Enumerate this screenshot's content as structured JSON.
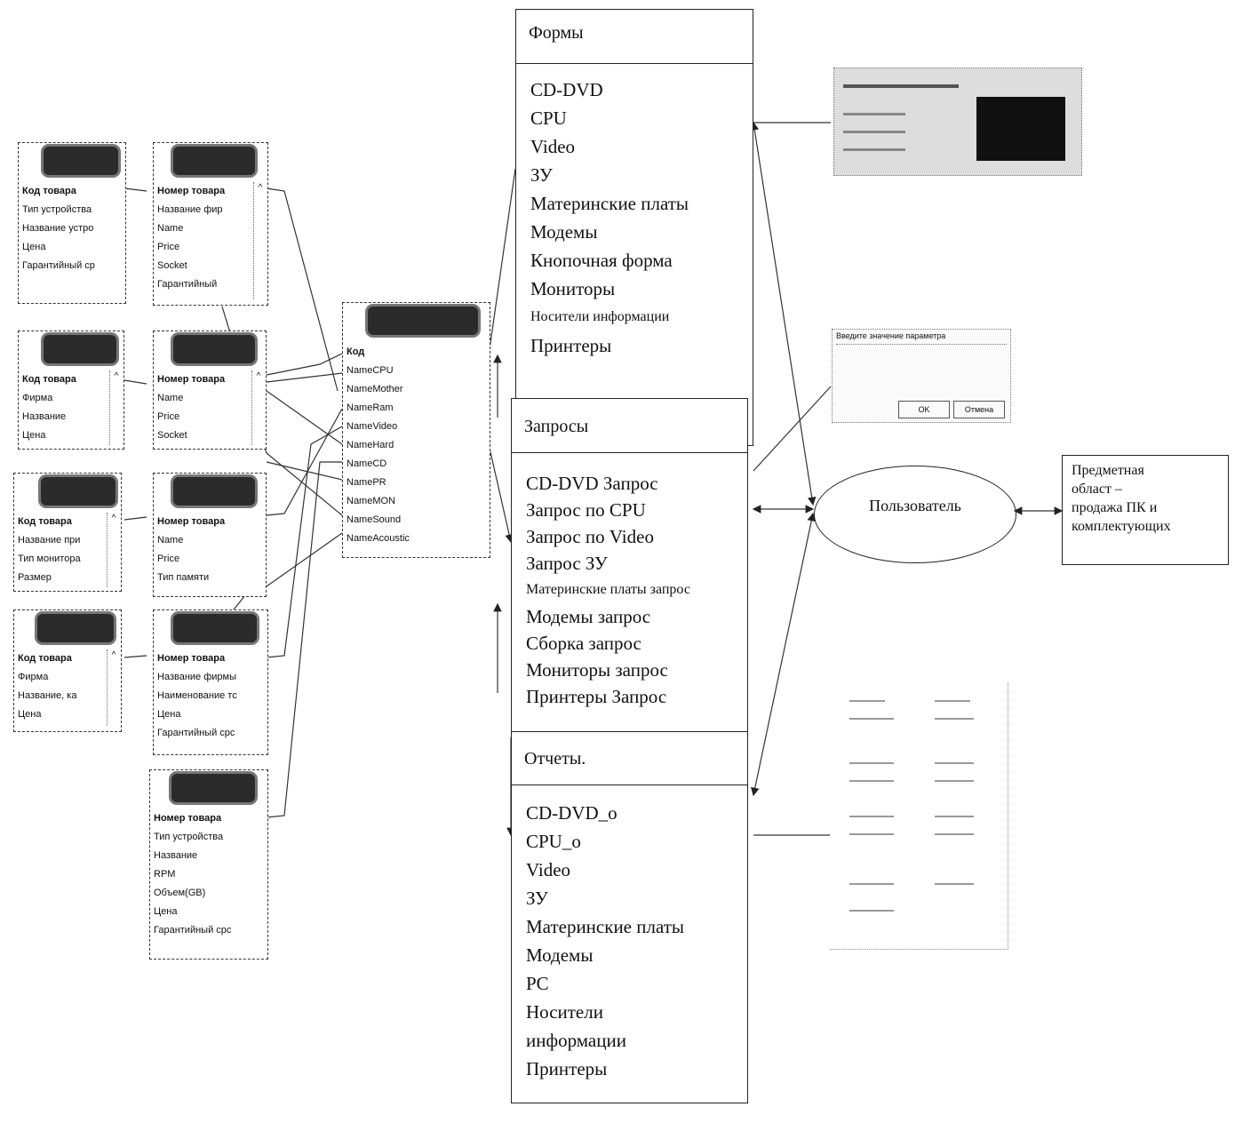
{
  "tables": [
    {
      "rows": [
        "Код товара",
        "Тип устройства",
        "Название устро",
        "Цена",
        "Гарантийный ср"
      ]
    },
    {
      "rows": [
        "Номер товара",
        "Название фир",
        "Name",
        "Price",
        "Socket",
        "Гарантийный"
      ]
    },
    {
      "rows": [
        "Код товара",
        "Фирма",
        "Название",
        "Цена"
      ]
    },
    {
      "rows": [
        "Номер товара",
        "Name",
        "Price",
        "Socket"
      ]
    },
    {
      "rows": [
        "Код товара",
        "Название при",
        "Тип монитора",
        "Размер"
      ]
    },
    {
      "rows": [
        "Номер товара",
        "Name",
        "Price",
        "Тип памяти"
      ]
    },
    {
      "rows": [
        "Код товара",
        "Фирма",
        "Название, ка",
        "Цена"
      ]
    },
    {
      "rows": [
        "Номер товара",
        "Название фирмы",
        "Наименование тс",
        "Цена",
        "Гарантийный срс"
      ]
    },
    {
      "rows": [
        "Номер товара",
        "Тип устройства",
        "Название",
        "RPM",
        "Объем(GB)",
        "Цена",
        "Гарантийный срс"
      ]
    }
  ],
  "central_table": {
    "rows": [
      "Код",
      "NameCPU",
      "NameMother",
      "NameRam",
      "NameVideo",
      "NameHard",
      "NameCD",
      "NamePR",
      "NameMON",
      "NameSound",
      "NameAcoustic"
    ]
  },
  "forms": {
    "title": "Формы",
    "items": [
      "CD-DVD",
      "CPU",
      "Video",
      "ЗУ",
      "Материнские платы",
      "Модемы",
      "Кнопочная форма",
      "Мониторы",
      "Носители информации",
      "Принтеры"
    ]
  },
  "queries": {
    "title": "Запросы",
    "items": [
      "CD-DVD Запрос",
      "Запрос  по CPU",
      "Запрос  по Video",
      "Запрос ЗУ",
      "Материнские платы запрос",
      "Модемы запрос",
      "Сборка запрос",
      "Мониторы запрос",
      "Принтеры Запрос"
    ]
  },
  "reports": {
    "title": "Отчеты.",
    "items": [
      "CD-DVD_o",
      "CPU_o",
      "Video",
      "ЗУ",
      "Материнские платы",
      "Модемы",
      "PC",
      "Носители",
      "информации",
      "Принтеры"
    ]
  },
  "user": {
    "label": "Пользователь"
  },
  "subject": {
    "lines": [
      "Предметная",
      "област –",
      "продажа ПК и",
      "комплектующих"
    ]
  },
  "dialog": {
    "title": "Введите значение параметра",
    "ok": "OK",
    "cancel": "Отмена"
  }
}
